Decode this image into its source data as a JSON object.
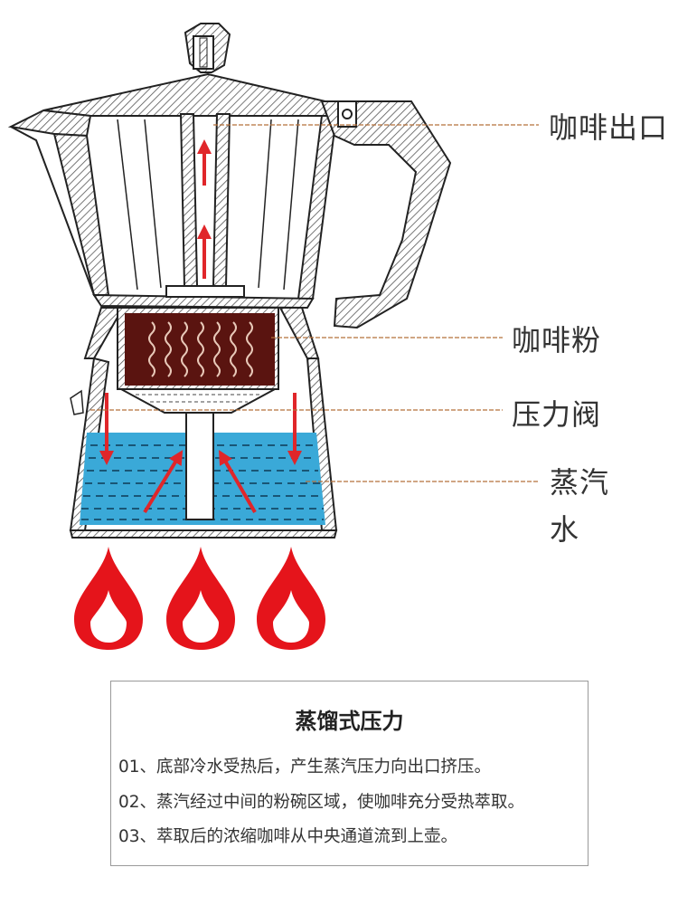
{
  "labels": {
    "coffee_outlet": "咖啡出口",
    "coffee_grounds": "咖啡粉",
    "pressure_valve": "压力阀",
    "steam": "蒸汽",
    "water": "水"
  },
  "info": {
    "title": "蒸馏式压力",
    "lines": [
      "01、底部冷水受热后，产生蒸汽压力向出口挤压。",
      "02、蒸汽经过中间的粉碗区域，使咖啡充分受热萃取。",
      "03、萃取后的浓缩咖啡从中央通道流到上壶。"
    ]
  },
  "colors": {
    "water": "#3aa9d8",
    "coffee": "#5a1410",
    "arrow": "#e0262a",
    "flame": "#e5141b",
    "leader": "#b5703a",
    "hatch": "#555555"
  },
  "icons": [
    "flame-icon",
    "up-arrow-icon",
    "down-arrow-icon",
    "steam-wave-icon"
  ]
}
